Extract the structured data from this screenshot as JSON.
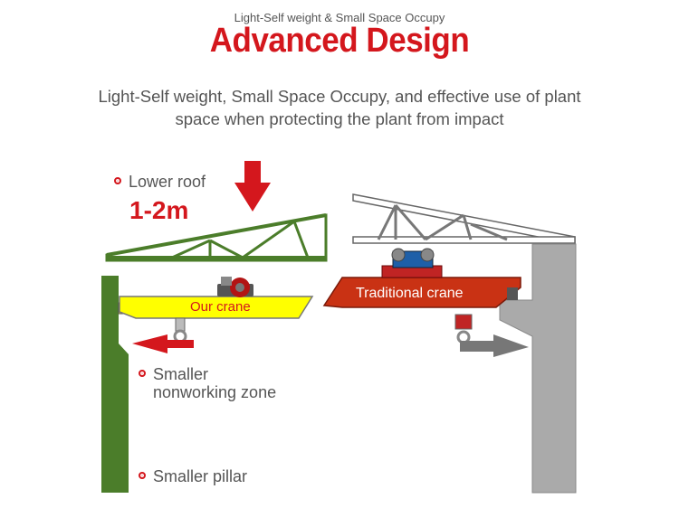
{
  "header": {
    "subtitle": "Light-Self weight & Small Space Occupy",
    "title": "Advanced Design",
    "desc_line1": "Light-Self weight, Small Space Occupy, and effective use of plant",
    "desc_line2": "space when protecting the plant from impact"
  },
  "labels": {
    "lower_roof": "Lower roof",
    "roof_drop": "1-2m",
    "our_crane": "Our crane",
    "traditional_crane": "Traditional crane",
    "smaller_nonworking_1": "Smaller",
    "smaller_nonworking_2": "nonworking zone",
    "smaller_pillar": "Smaller pillar"
  },
  "colors": {
    "accent_red": "#d4171d",
    "our_crane_yellow": "#ffff00",
    "traditional_crane_orange": "#c93214",
    "our_pillar_green": "#4b7d2a",
    "traditional_pillar_gray": "#aaaaaa",
    "text_gray": "#555555"
  },
  "icons": [
    "down-arrow-icon",
    "left-arrow-icon",
    "right-arrow-icon",
    "bullet-dot-icon",
    "hook-icon",
    "trolley-icon"
  ]
}
